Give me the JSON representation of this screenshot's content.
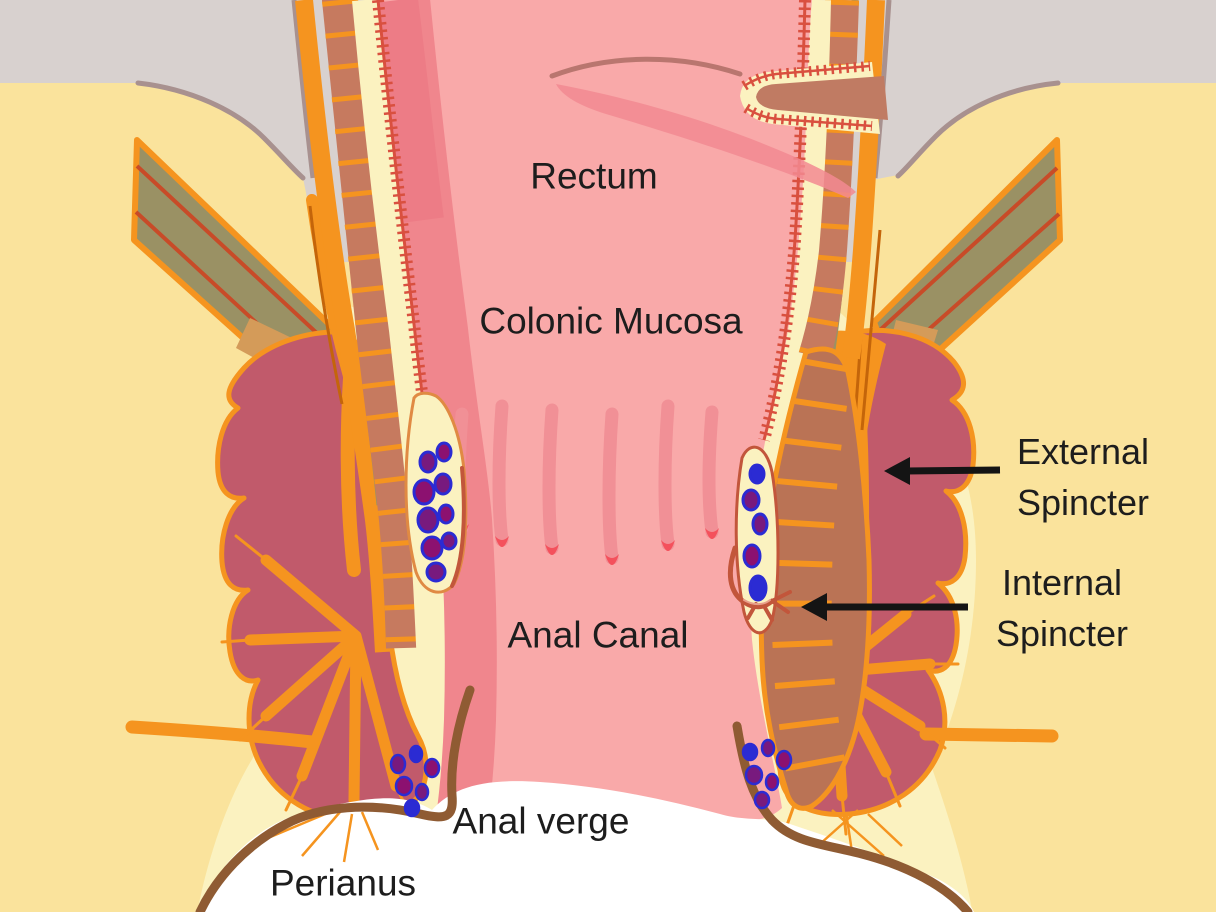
{
  "title": "Anorectal anatomy diagram",
  "labels": {
    "rectum": "Rectum",
    "colonic_mucosa": "Colonic Mucosa",
    "anal_canal": "Anal Canal",
    "anal_verge": "Anal verge",
    "perianus": "Perianus",
    "external_spincter": "External Spincter",
    "internal_spincter": "Internal Spincter"
  },
  "colors": {
    "background": "#FAE39C",
    "peritoneum_gray": "#D8D1CF",
    "peritoneum_outline": "#A8918F",
    "lumen_pink": "#F9A9A9",
    "lumen_shadow": "#F0868D",
    "mucosa_cream": "#FBF2C0",
    "mucosa_zigzag": "#D9503F",
    "muscularis_salmon": "#C67A5F",
    "vessel_orange": "#F5941F",
    "sphincter_maroon": "#C15A6B",
    "internal_sphincter_brown": "#BA7355",
    "levator_olive": "#9A9164",
    "plexus_purple": "#781A7E",
    "plexus_magenta": "#8C1170",
    "plexus_outline_blue": "#2B2BD3",
    "skin_brown": "#8F5B33",
    "label_text": "#1d1d1d",
    "arrow_black": "#141414"
  }
}
